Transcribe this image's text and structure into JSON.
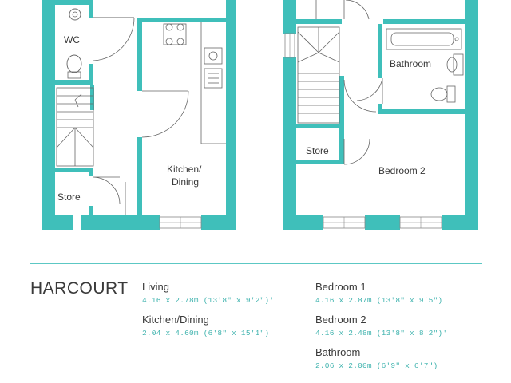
{
  "plan_labels": {
    "wc": "WC",
    "kitchen_line1": "Kitchen/",
    "kitchen_line2": "Dining",
    "store_ground": "Store",
    "bathroom": "Bathroom",
    "store_first": "Store",
    "bedroom2": "Bedroom 2"
  },
  "house_name": "HARCOURT",
  "rooms": [
    {
      "name": "Living",
      "dims": "4.16 x 2.78m (13'8\" x 9'2\")'"
    },
    {
      "name": "Kitchen/Dining",
      "dims": "2.04 x 4.60m (6'8\" x 15'1\")"
    },
    {
      "name": "Bedroom 1",
      "dims": "4.16 x 2.87m (13'8\" x 9'5\")"
    },
    {
      "name": "Bedroom 2",
      "dims": "4.16 x 2.48m (13'8\" x 8'2\")'"
    },
    {
      "name": "Bathroom",
      "dims": "2.06 x 2.00m (6'9\" x 6'7\")"
    }
  ],
  "colors": {
    "wall": "#3fbfba",
    "text": "#3a3a3a",
    "accent": "#3fb3ae"
  }
}
